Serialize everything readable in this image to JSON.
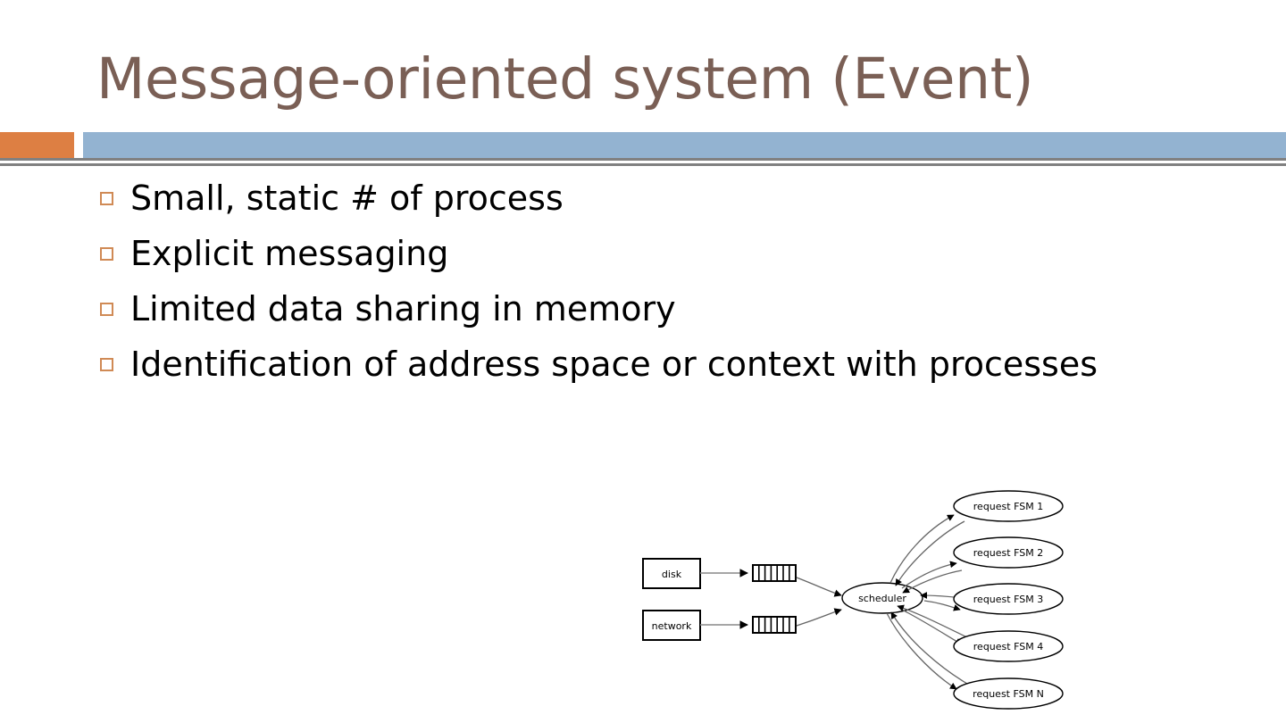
{
  "slide": {
    "title": "Message-oriented system (Event)",
    "title_color": "#7a5f55",
    "accent_orange": "#dd7f43",
    "accent_blue": "#93b3d1",
    "rule_color": "#808080",
    "bullet_marker_color": "#d08a55",
    "background": "#ffffff"
  },
  "bullets": [
    {
      "text": "Small, static # of process"
    },
    {
      "text": "Explicit messaging"
    },
    {
      "text": "Limited data sharing in memory"
    },
    {
      "text": "Identification of address space or context with processes"
    }
  ],
  "diagram": {
    "type": "node-link",
    "sources": [
      {
        "id": "disk",
        "label": "disk",
        "shape": "rectangle"
      },
      {
        "id": "network",
        "label": "network",
        "shape": "rectangle"
      }
    ],
    "queues": [
      {
        "id": "disk-queue",
        "cells": 7,
        "shape": "striped-rectangle"
      },
      {
        "id": "network-queue",
        "cells": 7,
        "shape": "striped-rectangle"
      }
    ],
    "scheduler": {
      "id": "scheduler",
      "label": "scheduler",
      "shape": "ellipse"
    },
    "fsms": [
      {
        "id": "fsm-1",
        "label": "request FSM 1",
        "shape": "ellipse"
      },
      {
        "id": "fsm-2",
        "label": "request FSM 2",
        "shape": "ellipse"
      },
      {
        "id": "fsm-3",
        "label": "request FSM 3",
        "shape": "ellipse"
      },
      {
        "id": "fsm-4",
        "label": "request FSM 4",
        "shape": "ellipse"
      },
      {
        "id": "fsm-n",
        "label": "request FSM N",
        "shape": "ellipse"
      }
    ],
    "edges": [
      {
        "from": "disk",
        "to": "disk-queue",
        "direction": "one-way"
      },
      {
        "from": "network",
        "to": "network-queue",
        "direction": "one-way"
      },
      {
        "from": "disk-queue",
        "to": "scheduler",
        "direction": "one-way"
      },
      {
        "from": "network-queue",
        "to": "scheduler",
        "direction": "one-way"
      },
      {
        "from": "scheduler",
        "to": "fsm-1",
        "direction": "two-way"
      },
      {
        "from": "scheduler",
        "to": "fsm-2",
        "direction": "two-way"
      },
      {
        "from": "scheduler",
        "to": "fsm-3",
        "direction": "two-way"
      },
      {
        "from": "scheduler",
        "to": "fsm-4",
        "direction": "two-way"
      },
      {
        "from": "scheduler",
        "to": "fsm-n",
        "direction": "two-way"
      }
    ]
  }
}
